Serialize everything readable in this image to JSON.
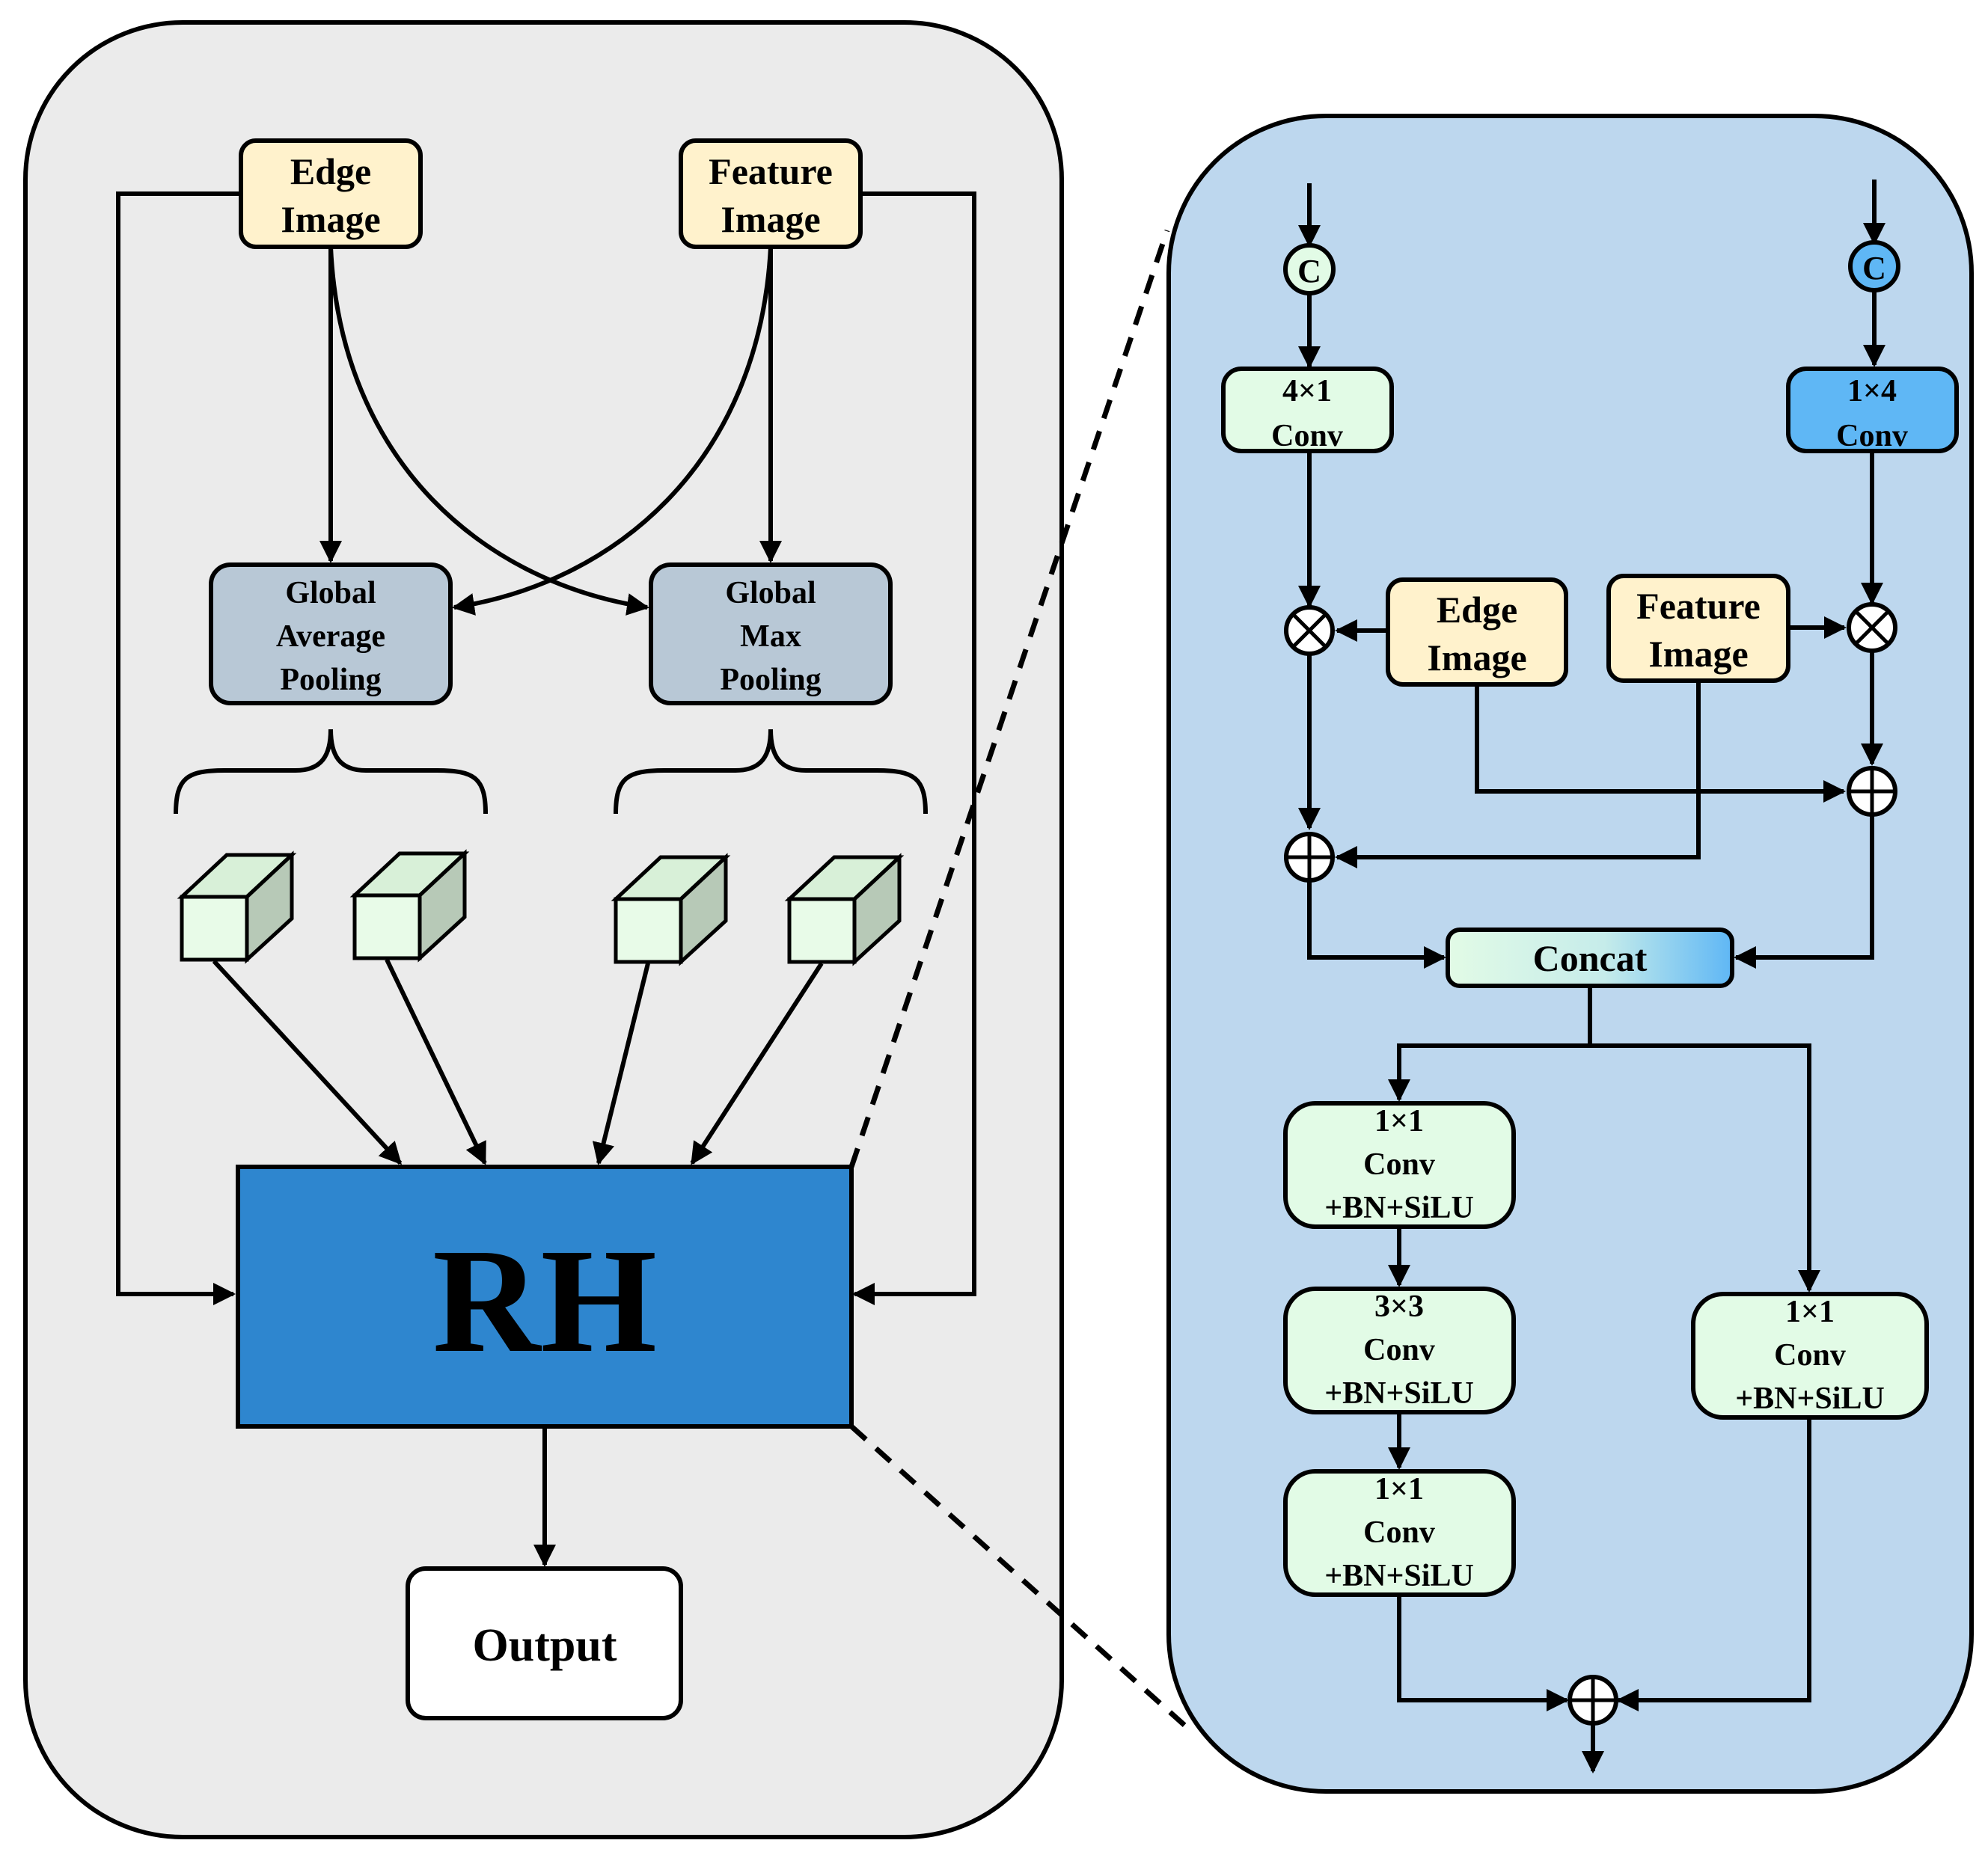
{
  "left_panel": {
    "edge_image": [
      "Edge",
      "Image"
    ],
    "feature_image": [
      "Feature",
      "Image"
    ],
    "gap": [
      "Global",
      "Average",
      "Pooling"
    ],
    "gmp": [
      "Global",
      "Max",
      "Pooling"
    ],
    "rh_label": "RH",
    "output_label": "Output"
  },
  "right_panel": {
    "concat_symbol_left": "C",
    "concat_symbol_right": "C",
    "conv_4x1": [
      "4×1",
      "Conv"
    ],
    "conv_1x4": [
      "1×4",
      "Conv"
    ],
    "edge_image": [
      "Edge",
      "Image"
    ],
    "feature_image": [
      "Feature",
      "Image"
    ],
    "concat_label": "Concat",
    "branch_a_1": [
      "1×1",
      "Conv",
      "+BN+SiLU"
    ],
    "branch_a_2": [
      "3×3",
      "Conv",
      "+BN+SiLU"
    ],
    "branch_a_3": [
      "1×1",
      "Conv",
      "+BN+SiLU"
    ],
    "branch_b_1": [
      "1×1",
      "Conv",
      "+BN+SiLU"
    ]
  },
  "colors": {
    "left_panel_bg": "#ebebeb",
    "right_panel_bg": "#bdd7ee",
    "image_box": "#fff2cc",
    "pooling_box": "#b8c8d6",
    "rh_box": "#2e86cf",
    "conv_green": "#e2fbe6",
    "conv_blue": "#5fb7f5",
    "feature_cube_front": "#e8fbe8",
    "feature_cube_top": "#d8f0d8",
    "feature_cube_side": "#b7c9b7"
  }
}
